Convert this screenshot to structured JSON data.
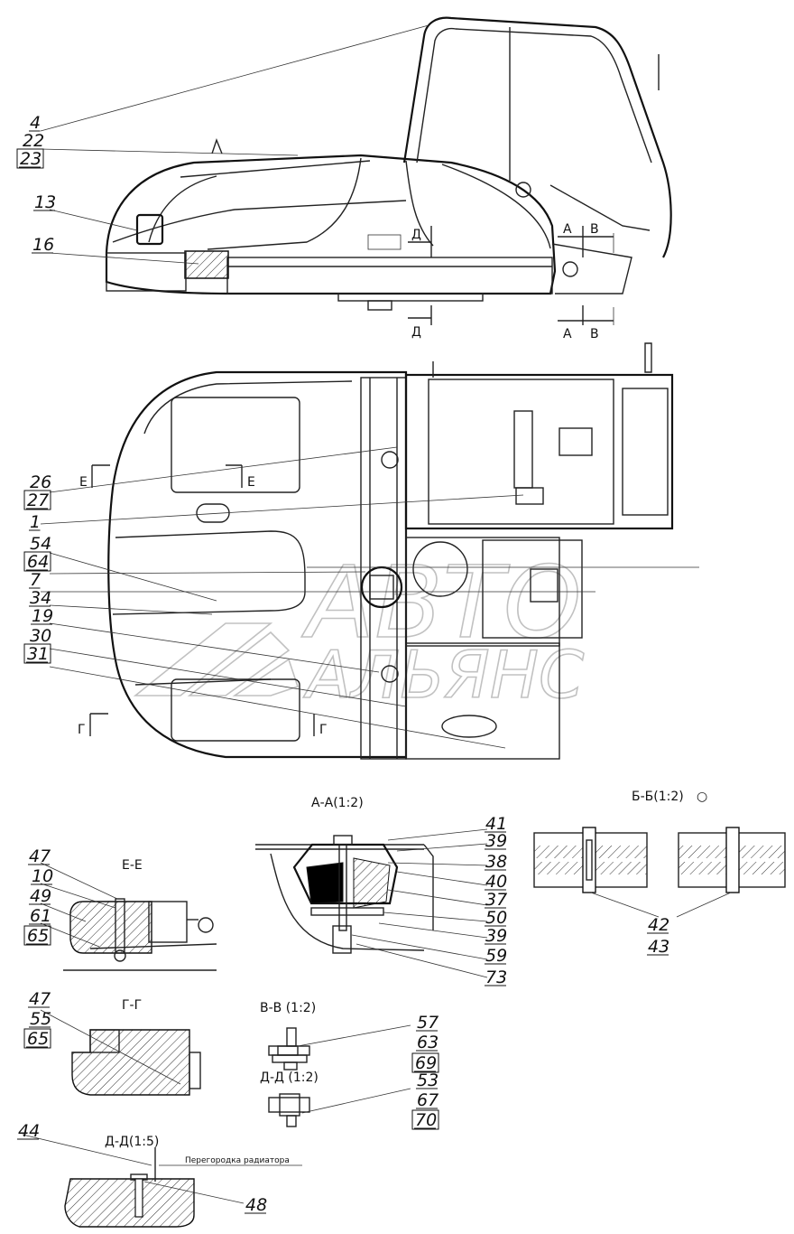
{
  "watermark": {
    "line1": "АВТО",
    "line2": "АЛЬЯНС"
  },
  "callouts_main": [
    {
      "text": "4",
      "box": false
    },
    {
      "text": "22",
      "box": false
    },
    {
      "text": "23",
      "box": true
    },
    {
      "text": "13",
      "box": false
    },
    {
      "text": "16",
      "box": false
    },
    {
      "text": "26",
      "box": false
    },
    {
      "text": "27",
      "box": true
    },
    {
      "text": "1",
      "box": false
    },
    {
      "text": "54",
      "box": false
    },
    {
      "text": "64",
      "box": true
    },
    {
      "text": "7",
      "box": false
    },
    {
      "text": "34",
      "box": false
    },
    {
      "text": "19",
      "box": false
    },
    {
      "text": "30",
      "box": false
    },
    {
      "text": "31",
      "box": true
    }
  ],
  "section_marks": {
    "d_top": "Д",
    "a_top": "А",
    "b_top": "В",
    "d_bot": "Д",
    "a_bot": "А",
    "b_bot": "В",
    "e_left": "Е",
    "e_right": "Е",
    "g_left": "Г",
    "g_right": "Г"
  },
  "sections": {
    "aa": {
      "title": "А-А(1:2)",
      "labels": [
        {
          "text": "41",
          "box": false
        },
        {
          "text": "39",
          "box": false
        },
        {
          "text": "38",
          "box": false
        },
        {
          "text": "40",
          "box": false
        },
        {
          "text": "37",
          "box": false
        },
        {
          "text": "50",
          "box": false
        },
        {
          "text": "39",
          "box": false
        },
        {
          "text": "59",
          "box": false
        },
        {
          "text": "73",
          "box": false
        }
      ]
    },
    "bb": {
      "title": "Б-Б(1:2)",
      "rot_mark": "○",
      "labels": [
        {
          "text": "42",
          "box": false
        },
        {
          "text": "43",
          "box": false
        }
      ]
    },
    "ee": {
      "title": "Е-Е",
      "labels": [
        {
          "text": "47",
          "box": false
        },
        {
          "text": "10",
          "box": false
        },
        {
          "text": "49",
          "box": false
        },
        {
          "text": "61",
          "box": false
        },
        {
          "text": "65",
          "box": true
        }
      ]
    },
    "gg": {
      "title": "Г-Г",
      "labels": [
        {
          "text": "47",
          "box": false
        },
        {
          "text": "55",
          "box": false
        },
        {
          "text": "65",
          "box": true
        }
      ]
    },
    "vv": {
      "title": "В-В (1:2)",
      "labels": [
        {
          "text": "57",
          "box": false
        },
        {
          "text": "63",
          "box": false
        },
        {
          "text": "69",
          "box": true
        }
      ]
    },
    "dd2": {
      "title": "Д-Д (1:2)",
      "labels": [
        {
          "text": "53",
          "box": false
        },
        {
          "text": "67",
          "box": false
        },
        {
          "text": "70",
          "box": true
        }
      ]
    },
    "dd5": {
      "title": "Д-Д(1:5)",
      "note": "Перегородка радиатора",
      "labels": [
        {
          "text": "44",
          "box": false
        },
        {
          "text": "48",
          "box": false
        }
      ]
    }
  }
}
